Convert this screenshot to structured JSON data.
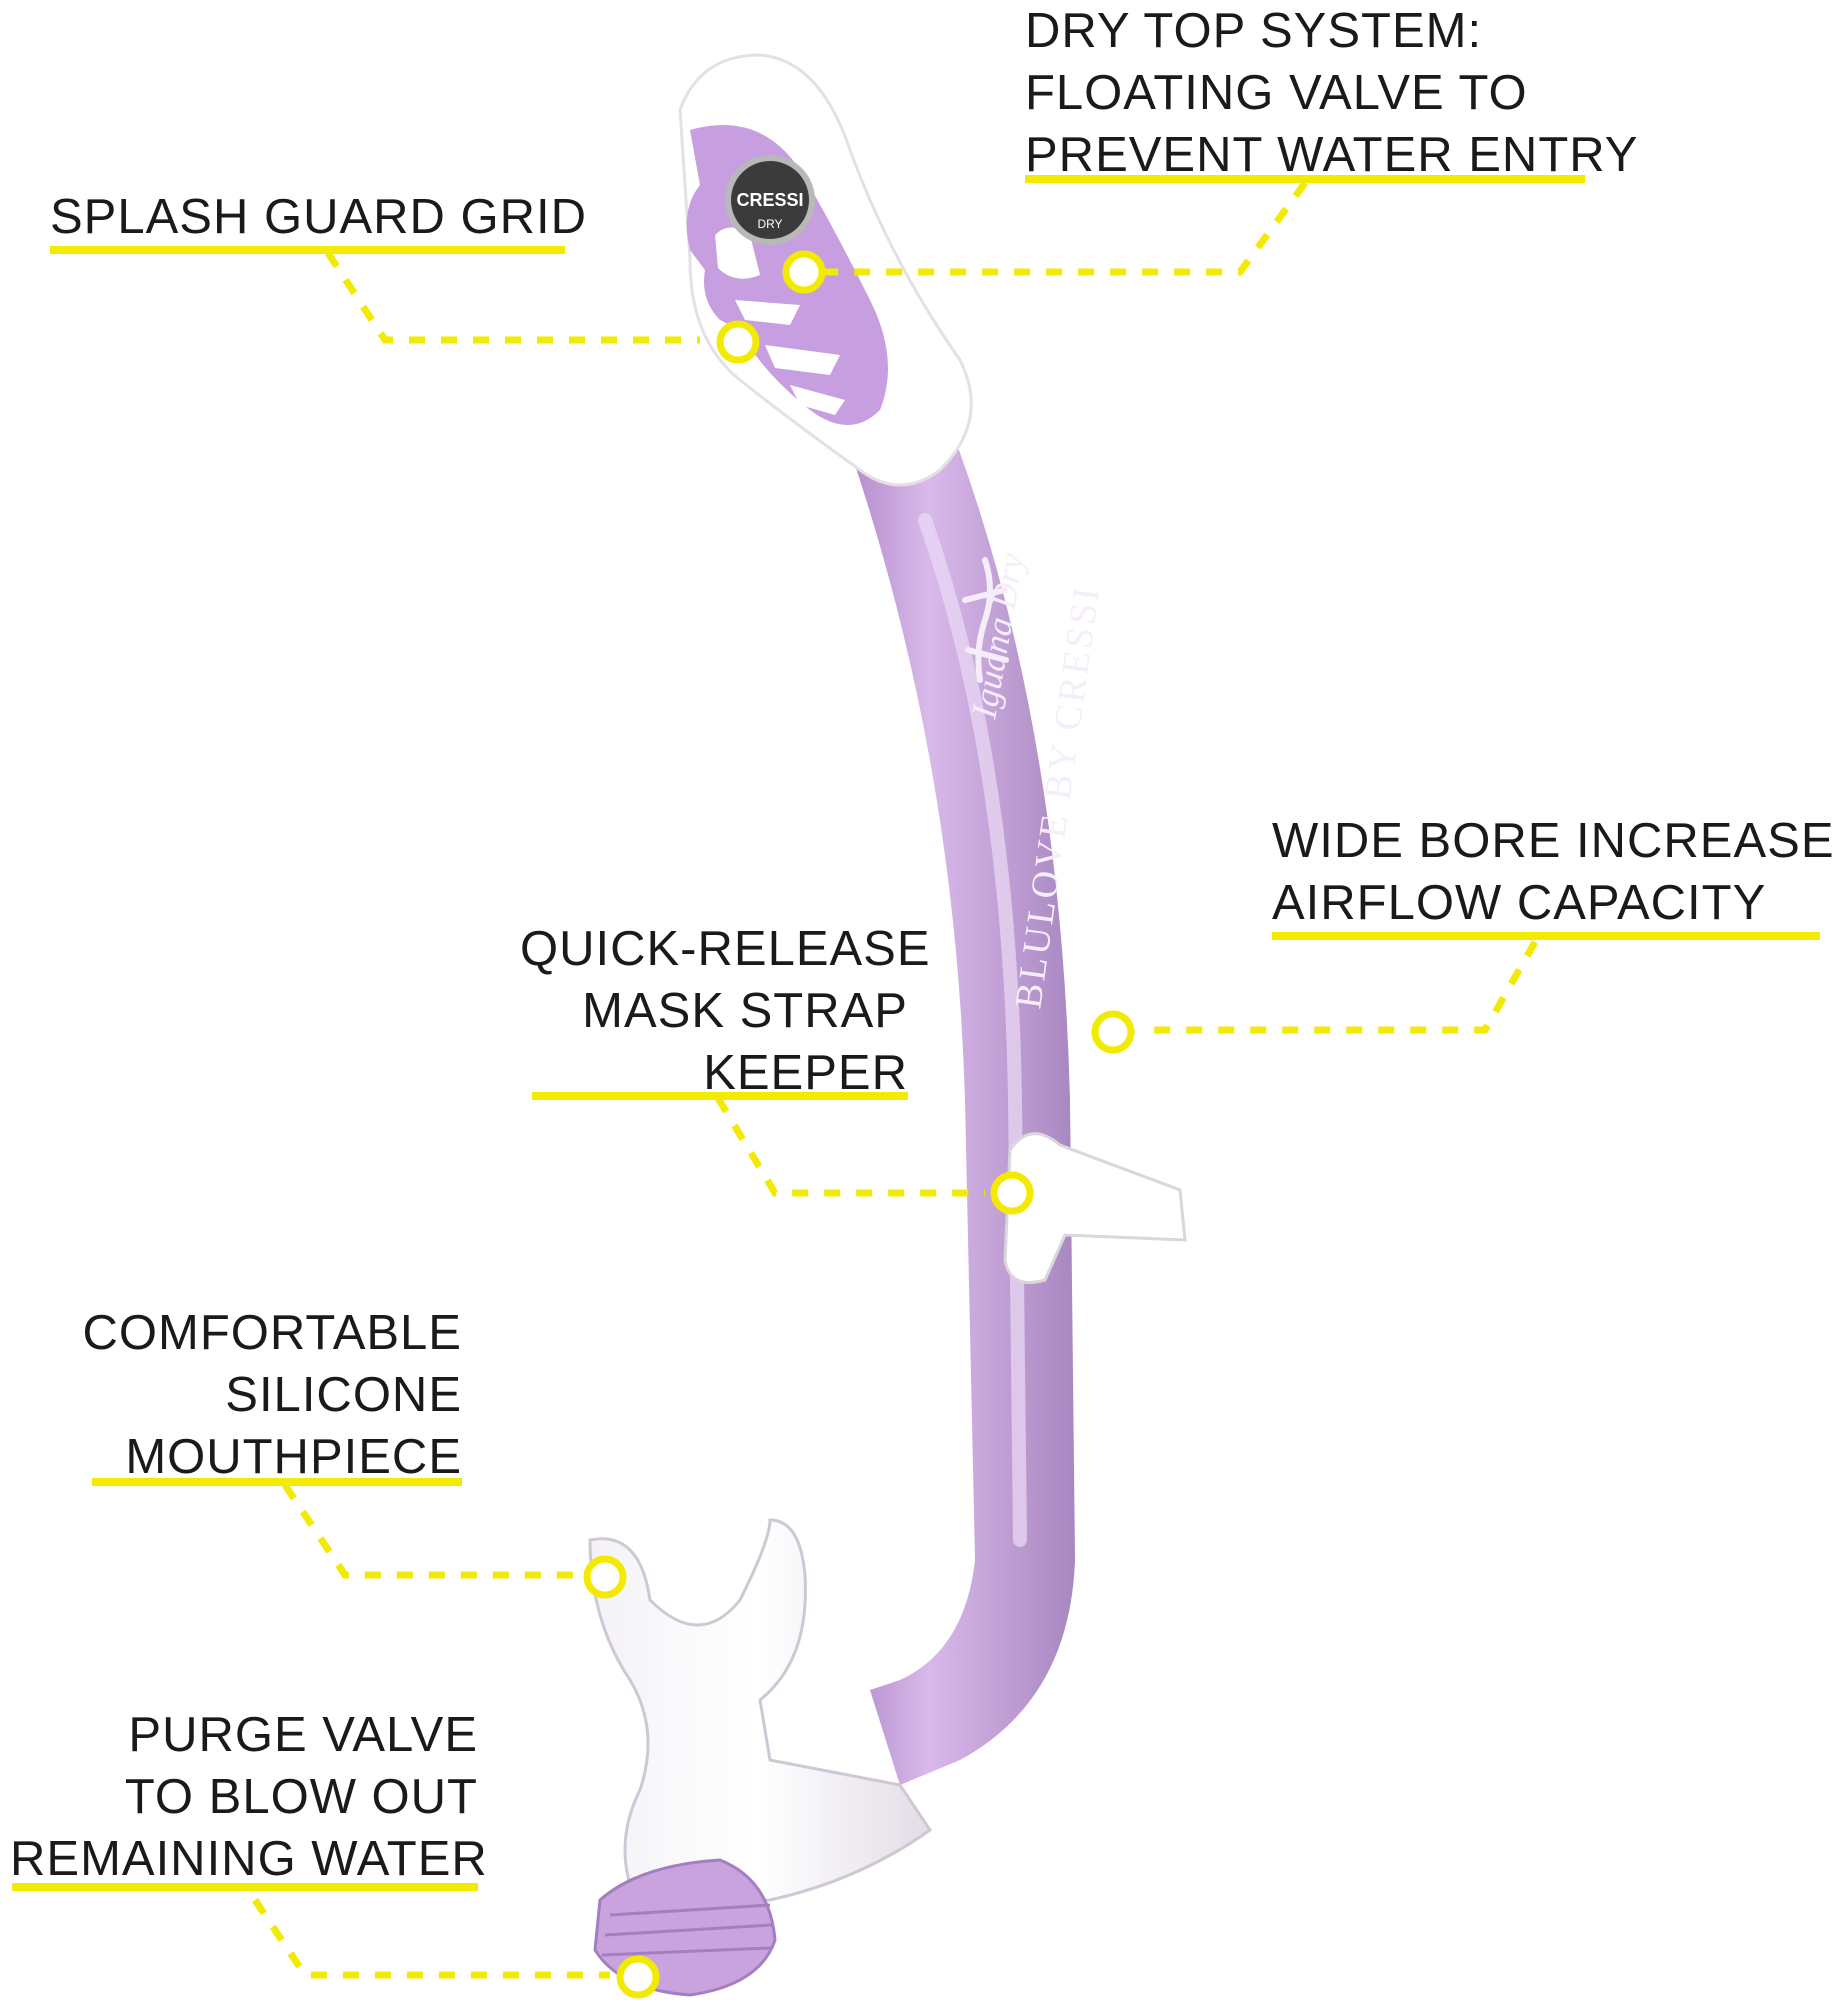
{
  "colors": {
    "accent": "#f2ea00",
    "tube": "#c9a3de",
    "tube_dark": "#a47fbf",
    "white_parts": "#ffffff",
    "clear_silicone": "#ece8ef",
    "text": "#1a1a1a"
  },
  "brand": {
    "lizard_text": "Iguana Dry",
    "tube_text": "BLULOVE BY CRESSI",
    "valve_badge": "CRESSI",
    "valve_badge_sub": "DRY"
  },
  "callouts": [
    {
      "id": "dry-top",
      "lines": [
        "DRY TOP SYSTEM:",
        "FLOATING VALVE TO",
        "PREVENT WATER ENTRY"
      ]
    },
    {
      "id": "splash-guard",
      "lines": [
        "SPLASH GUARD GRID"
      ]
    },
    {
      "id": "wide-bore",
      "lines": [
        "WIDE BORE INCREASES",
        "AIRFLOW CAPACITY"
      ]
    },
    {
      "id": "strap-keeper",
      "lines": [
        "QUICK-RELEASE",
        "MASK STRAP",
        "KEEPER"
      ]
    },
    {
      "id": "mouthpiece",
      "lines": [
        "COMFORTABLE",
        "SILICONE",
        "MOUTHPIECE"
      ]
    },
    {
      "id": "purge-valve",
      "lines": [
        "PURGE VALVE",
        "TO BLOW OUT",
        "REMAINING WATER"
      ]
    }
  ]
}
